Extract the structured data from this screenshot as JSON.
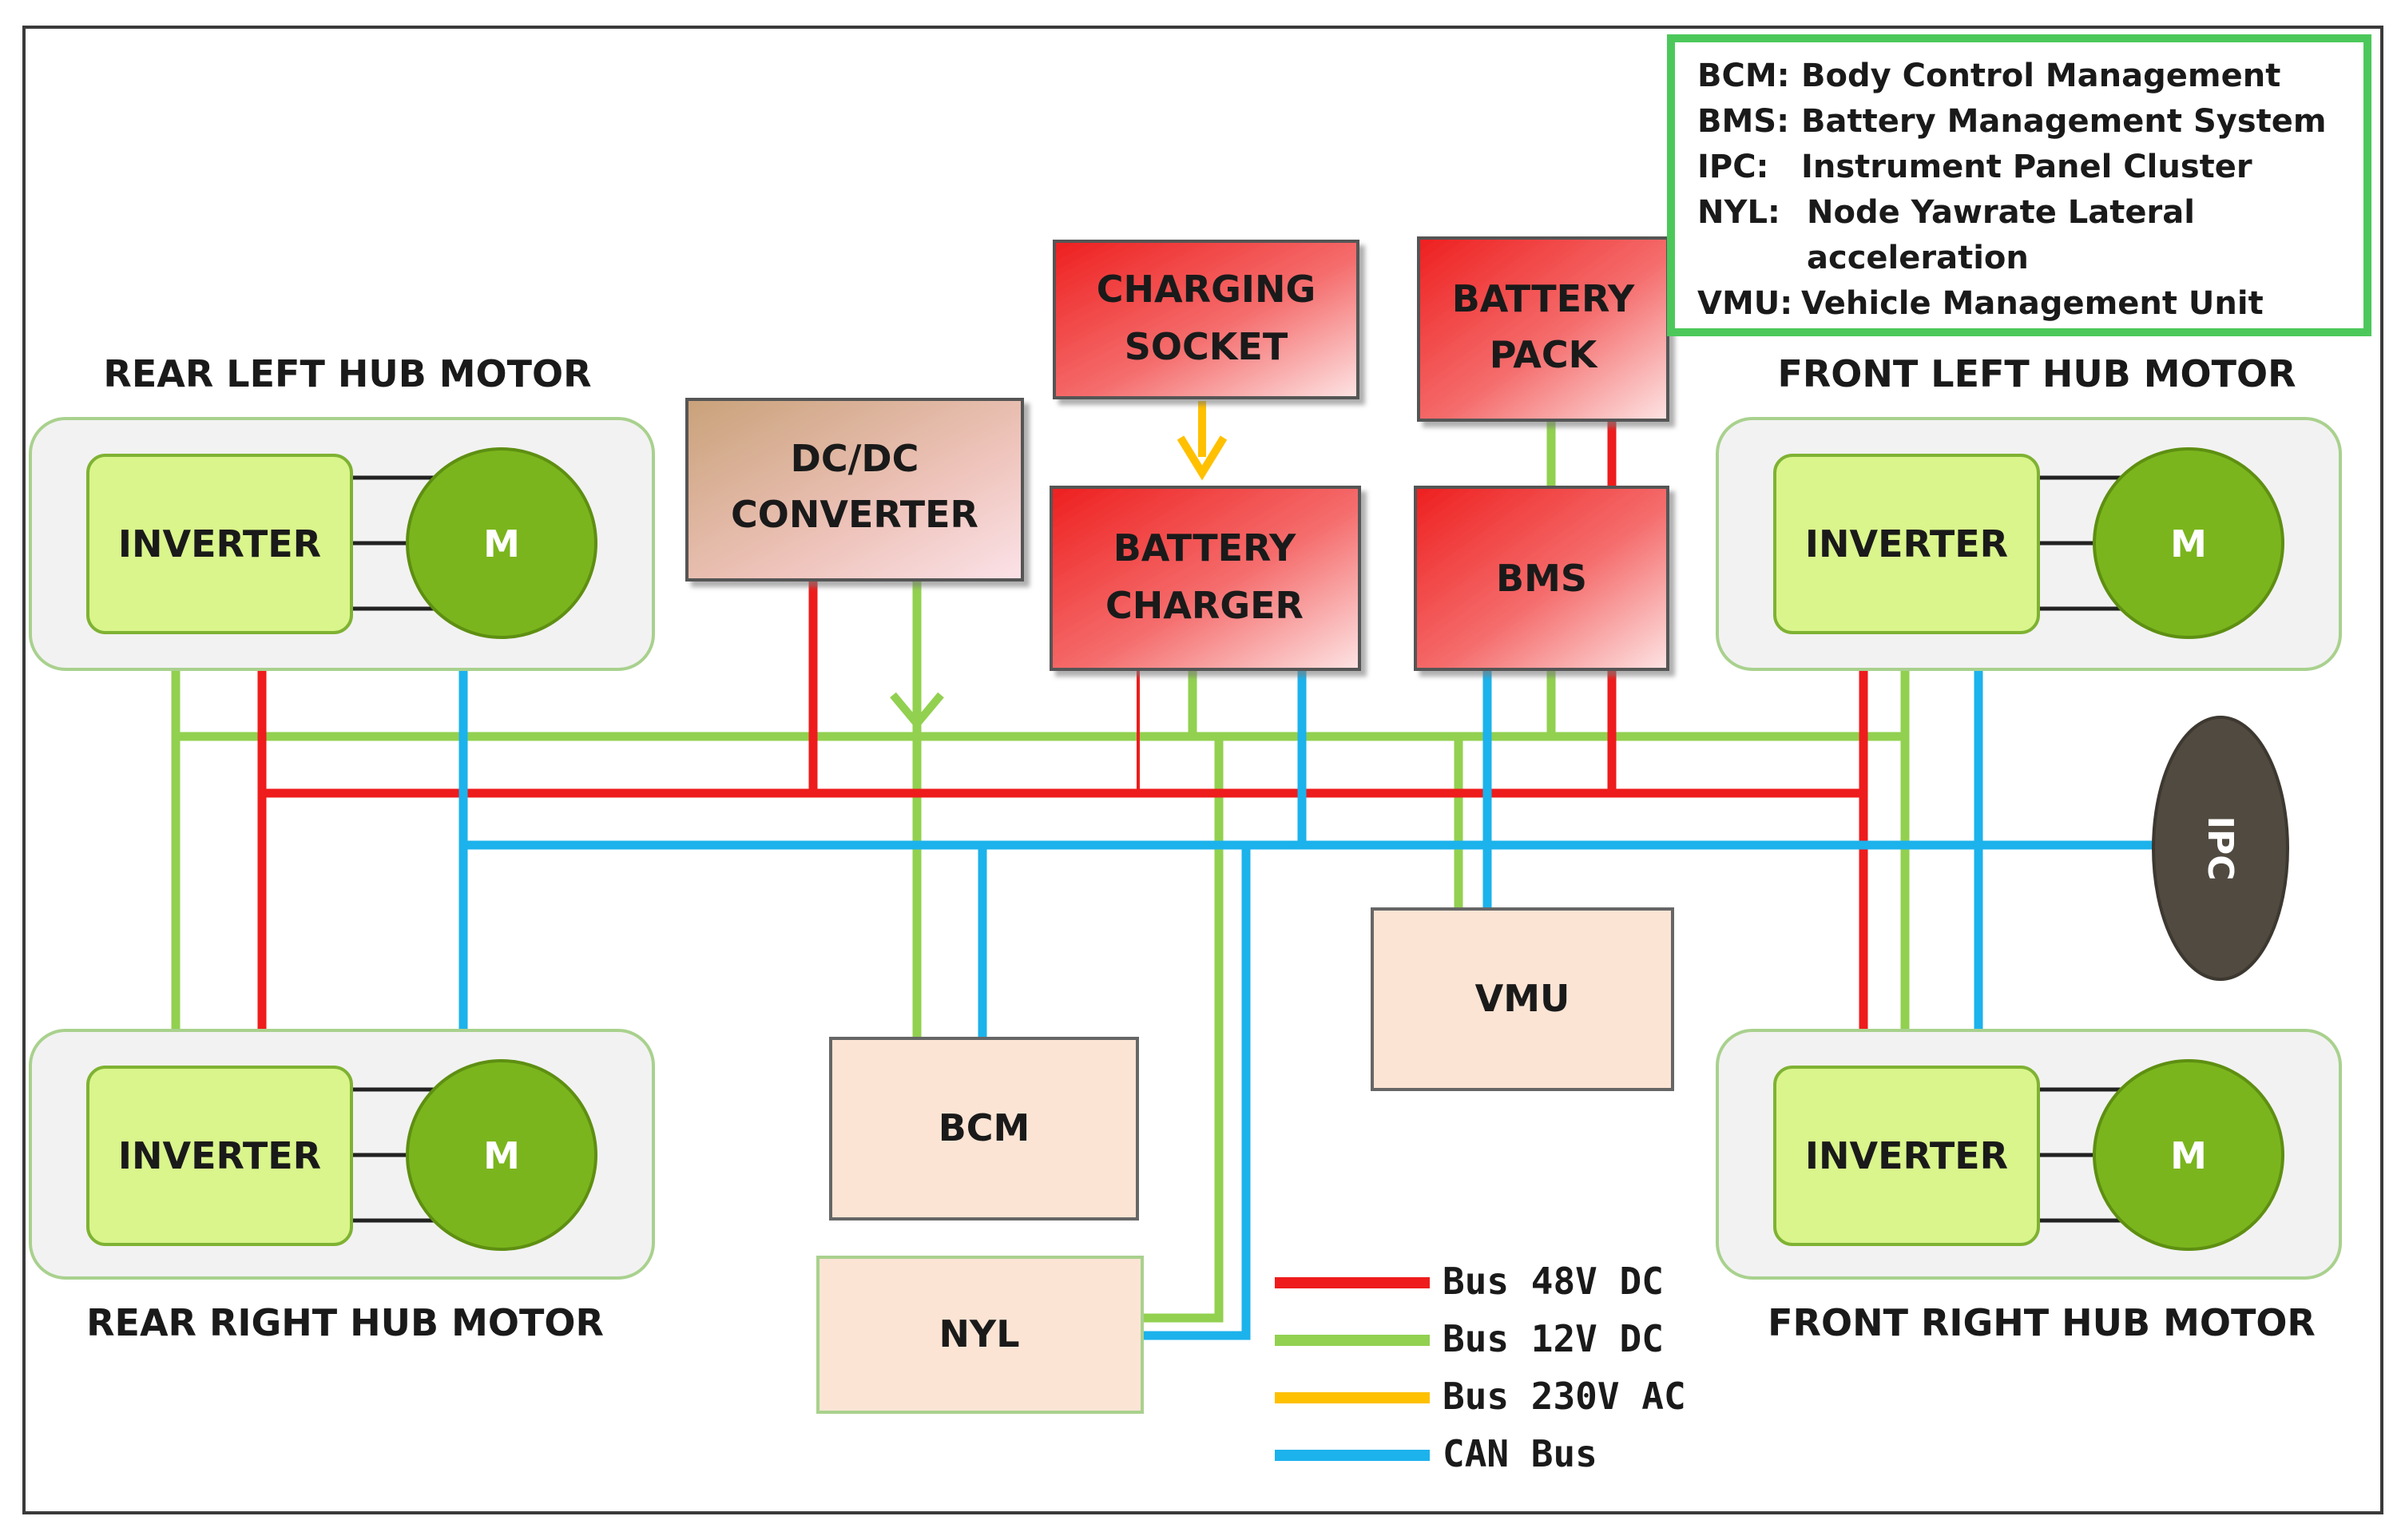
{
  "glossary": [
    {
      "abbr": "BCM:",
      "text": "Body Control Management"
    },
    {
      "abbr": "BMS:",
      "text": "Battery Management System"
    },
    {
      "abbr": "IPC:",
      "text": "Instrument Panel Cluster"
    },
    {
      "abbr": "NYL:",
      "text": "Node Yawrate Lateral"
    },
    {
      "abbr": "",
      "text": "acceleration"
    },
    {
      "abbr": "VMU:",
      "text": "Vehicle Management Unit"
    }
  ],
  "motors": {
    "rear_left": {
      "title": "REAR LEFT HUB MOTOR",
      "inverter": "INVERTER",
      "motor": "M"
    },
    "rear_right": {
      "title": "REAR RIGHT HUB MOTOR",
      "inverter": "INVERTER",
      "motor": "M"
    },
    "front_left": {
      "title": "FRONT LEFT HUB MOTOR",
      "inverter": "INVERTER",
      "motor": "M"
    },
    "front_right": {
      "title": "FRONT RIGHT HUB MOTOR",
      "inverter": "INVERTER",
      "motor": "M"
    }
  },
  "blocks": {
    "dcdc": [
      "DC/DC",
      "CONVERTER"
    ],
    "charging_socket": [
      "CHARGING",
      "SOCKET"
    ],
    "battery_charger": [
      "BATTERY",
      "CHARGER"
    ],
    "battery_pack": [
      "BATTERY",
      "PACK"
    ],
    "bms": "BMS",
    "vmu": "VMU",
    "bcm": "BCM",
    "nyl": "NYL",
    "ipc": "IPC"
  },
  "legend": [
    {
      "label": "Bus 48V DC",
      "color": "#ee1c1c"
    },
    {
      "label": "Bus 12V DC",
      "color": "#92d050"
    },
    {
      "label": "Bus 230V AC",
      "color": "#ffc000"
    },
    {
      "label": "CAN Bus",
      "color": "#1cb2ec"
    }
  ],
  "colors": {
    "bus_48v": "#ee1c1c",
    "bus_12v": "#92d050",
    "bus_230v": "#ffc000",
    "can": "#1cb2ec",
    "glossary_border": "#4cc85a"
  }
}
